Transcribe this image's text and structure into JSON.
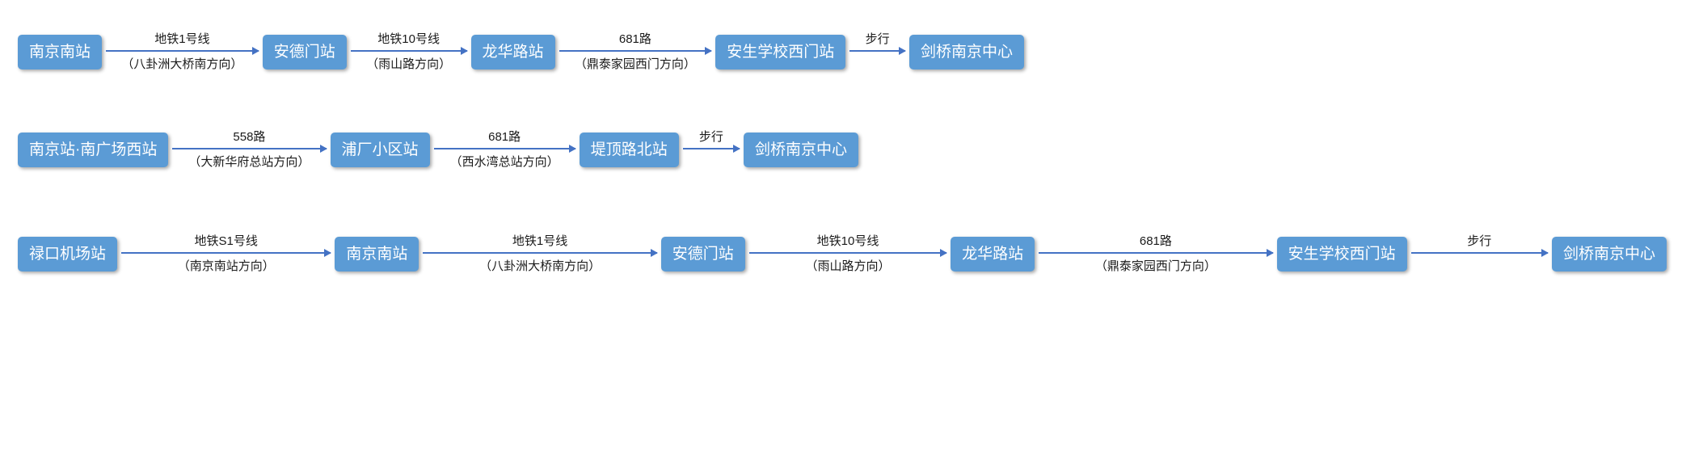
{
  "colors": {
    "node_fill": "#5B9BD5",
    "node_text": "#FFFFFF",
    "arrow": "#4472C4",
    "label_text": "#1a1a1a"
  },
  "routes": [
    {
      "nodes": [
        "南京南站",
        "安德门站",
        "龙华路站",
        "安生学校西门站",
        "剑桥南京中心"
      ],
      "edges": [
        {
          "label": "地铁1号线",
          "direction": "（八卦洲大桥南方向）"
        },
        {
          "label": "地铁10号线",
          "direction": "（雨山路方向）"
        },
        {
          "label": "681路",
          "direction": "（鼎泰家园西门方向）"
        },
        {
          "label": "步行",
          "direction": ""
        }
      ]
    },
    {
      "nodes": [
        "南京站·南广场西站",
        "浦厂小区站",
        "堤顶路北站",
        "剑桥南京中心"
      ],
      "edges": [
        {
          "label": "558路",
          "direction": "（大新华府总站方向）"
        },
        {
          "label": "681路",
          "direction": "（西水湾总站方向）"
        },
        {
          "label": "步行",
          "direction": ""
        }
      ]
    },
    {
      "nodes": [
        "禄口机场站",
        "南京南站",
        "安德门站",
        "龙华路站",
        "安生学校西门站",
        "剑桥南京中心"
      ],
      "edges": [
        {
          "label": "地铁S1号线",
          "direction": "（南京南站方向）"
        },
        {
          "label": "地铁1号线",
          "direction": "（八卦洲大桥南方向）"
        },
        {
          "label": "地铁10号线",
          "direction": "（雨山路方向）"
        },
        {
          "label": "681路",
          "direction": "（鼎泰家园西门方向）"
        },
        {
          "label": "步行",
          "direction": ""
        }
      ]
    }
  ]
}
